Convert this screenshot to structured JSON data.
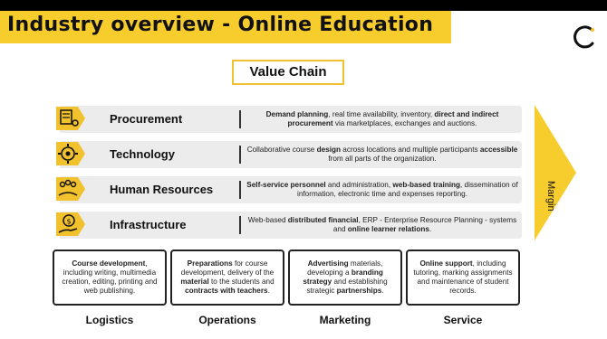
{
  "title": "Industry overview - Online Education",
  "value_chain_label": "Value Chain",
  "margin_label": "Margin",
  "support_activities": [
    {
      "label": "Procurement",
      "icon": "procurement-icon",
      "desc_html": "<b>Demand planning</b>, real time availability, inventory, <b>direct and indirect procurement</b> via marketplaces, exchanges and auctions."
    },
    {
      "label": "Technology",
      "icon": "technology-gear-icon",
      "desc_html": "Collaborative course <b>design</b> across locations and multiple participants <b>accessible</b> from all parts of the organization."
    },
    {
      "label": "Human Resources",
      "icon": "people-hand-icon",
      "desc_html": "<b>Self-service personnel</b> and administration, <b>web-based training</b>, dissemination of information, electronic time and expenses reporting."
    },
    {
      "label": "Infrastructure",
      "icon": "finance-hand-icon",
      "desc_html": "Web-based <b>distributed financial</b>, ERP - Enterprise Resource Planning - systems and <b>online learner relations</b>."
    }
  ],
  "primary_activities": [
    {
      "label": "Logistics",
      "desc_html": "<b>Course development</b>, including writing, multimedia creation, editing, printing and web publishing."
    },
    {
      "label": "Operations",
      "desc_html": "<b>Preparations</b> for course development, delivery of the <b>material</b> to the students and <b>contracts with teachers</b>."
    },
    {
      "label": "Marketing",
      "desc_html": "<b>Advertising</b> materials, developing a <b>branding strategy</b> and establishing strategic <b>partnerships</b>."
    },
    {
      "label": "Service",
      "desc_html": "<b>Online support</b>, including tutoring, marking assignments and maintenance of student records."
    }
  ],
  "colors": {
    "accent": "#f7cd2e",
    "row_bg": "#ececec",
    "text": "#111111"
  }
}
